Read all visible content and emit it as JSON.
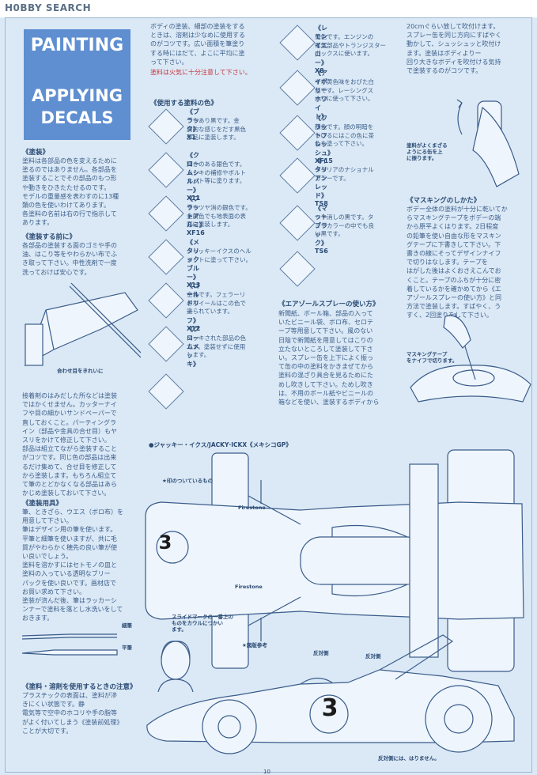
{
  "site": {
    "logo": "H0BBY SEARCH"
  },
  "title": {
    "line1": "PAINTING",
    "line2": "APPLYING",
    "line3": "DECALS"
  },
  "col2_intro": {
    "text": "ボディの塗装、細部の塗装をする\nときは、溶剤は少なめに使用する\nのがコツです。広い面積を筆塗り\nする時にはだて、よこに平均に塗\nって下さい。",
    "red": "塗料は火気に十分注意して下さい。"
  },
  "left": {
    "painting_head": "《塗装》",
    "painting_text": "塗料は各部品の色を変えるために\n塗るのではありません。各部品を\n塗装することでその部品のもつ形\nや動きをひきたたせるのです。\nモデルの重量感を表わすのに13種\n類の色を使いわけてあります。\n各塗料の名前は右の行で指示して\nあります。",
    "before_head": "《塗装する前に》",
    "before_text": "各部品の塗装する面のゴミや手の\n油、はこり等をやわらかい布でふ\nき取って下さい。中性洗剤で一度\n洗っておけば安心です。",
    "fig1_caption": "合わせ目をきれいに",
    "seam_text": "接着剤のはみだした所などは塗装\nではかくせません。カッターナイ\nフや目の細かいサンドペーパーで\n直しておくこと。パーティングラ\nイン（部品や金具の合せ目）もヤ\nスリをかけて修正して下さい。\n部品は組立てながら塗装すること\nがコツです。同じ色の部品は出来\nるだけ集めて、合せ目を修正して\nから塗装します。もちろん組立て\nて筆のとどかなくなる部品はあら\nかじめ塗装しておいて下さい。",
    "tools_head": "《塗装用具》",
    "tools_text": "筆、ときざら、ウエス（ボロ布）を\n用意して下さい。\n筆はデザイン用の筆を使います。\n平筆と細筆を使いますが、共に毛\n質がやわらかく穂先の良い筆が使\nい良いでしょう。\n塗料を溶かすにはセトモノの皿と\n塗料の入っている透明なブリー\nパックを使い良いです。画材店で\nお買い求めて下さい。\n塗装が済んだ後、筆はラッカーシ\nンナーで塗料を落とし水洗いをして\nおきます。",
    "brush_fine": "細筆",
    "brush_flat": "平筆",
    "caution_head": "《塗料・溶剤を使用するときの注意》",
    "caution_text": "プラスチックの表面は、塗料が滲\nきにくい状態です。静\n電気等で空中のホコリや手の脂等\nがよく付いてしまう《塗装前処理》\nことが大切です。"
  },
  "colors_head": "《使用する塗料の色》",
  "paints_left": [
    {
      "name": "《ブラック》X1",
      "desc": "つやあり黒です。金\n属的な感じをだす黒色\n部品に塗装します。"
    },
    {
      "name": "《クロームシルバー》X11",
      "desc": "輝きのある銀色です。\nメッキの補修やボルト\nナット等に塗ります。"
    },
    {
      "name": "《フラットアルミ》XF16",
      "desc": "ややツヤ消の銀色です。\n金属色でも地表面の表\n面に塗装します。"
    },
    {
      "name": "《メタリックブルー》X13",
      "desc": "ジャッキーイクスのヘル\nメットに塗って下さい。"
    },
    {
      "name": "《ゴールドリーフ》X12",
      "desc": "金色です。フェラーリ\nのホイールはこの色で\n塗られています。"
    },
    {
      "name": "《クロームメッキ》",
      "desc": "メッキされた部品の色\nです。塗装せずに使用\nします。"
    }
  ],
  "paints_right": [
    {
      "name": "《レモンイエロー》X8",
      "desc": "黄色です。エンジンの\n電気部品やトランジスター\nボックスに使います。"
    },
    {
      "name": "《アイボリーホワイト》",
      "desc": "やや黄色味をおびた白\n色です。レーシングス\nーツに使って下さい。"
    },
    {
      "name": "《フラットフレッシュ》XF15",
      "desc": "顔色です。顔の明暗を\nつけるにはこの色に茶\n色を塗って下さい。"
    },
    {
      "name": "《イタリアンレッド》TS8",
      "desc": "イタリアのナショナル\nカラーです。"
    },
    {
      "name": "《マットブラック》TS6",
      "desc": "つや消しの黒です。タ\nミヤカラーの中でも良\nい黒です。"
    }
  ],
  "aerosol": {
    "head": "《エアゾールスプレーの使い方》",
    "text": "新聞紙、ボール箱、部品の入って\nいたビニール袋、ボロ布、セロテ\nープ等用意して下さい。風のない\n日陰で新聞紙を用意してはこりの\n立たないところして塗装して下さ\nい。スプレー缶を上下によく振っ\nて缶の中の塗料をかきまぜてから\n塗料の混ざり具合を見るためにた\nめし吹きして下さい。ためし吹き\nは、不用のボール紙やビニールの\n箱などを使い、塗装するボディから"
  },
  "col4": {
    "top_text": "20cmぐらい放して吹付けます。\nスプレー缶を同じ方向にすばやく\n動かして、シュッシュッと吹付け\nます。塗装はボディよりー\n回り大きなボディを吹付ける気持\nで塗装するのがコツです。",
    "spray_caption": "塗料がよくまざる\nようにる缶を上\nに振ります。",
    "masking_head": "《マスキングのしかた》",
    "masking_text": "ボデー全体の塗料が十分に乾いてか\nらマスキングテープをボデーの端\nから原平よくはります。2日程度\nの鉛筆を使い自由な形をマスキン\nグテープに下書きして下さい。下\n書きの線にそってデザインナイフ\nで切りはなします。テープを\nはがした後はよくおさえこんでお\nくこと。テープのふちが十分に密\n着しているかを確かめてから《エ\nアゾールスプレーの使い方》と同\n方法で塗装します。すばやく、う\nすく、2回塗りをして下さい。",
    "masking_caption": "マスキングテープ\nをナイフで切ります。"
  },
  "car": {
    "title": "●ジャッキー・イクス/JACKY·ICKX《メキシコGP》",
    "race_number": "3",
    "note_top": "★印のついているもの",
    "note_slide": "スライドマークの一番上の\nものをカウルにつかい\nます。",
    "note_ref": "★図版参考",
    "label_front": "反対側",
    "label_rear": "反対側",
    "bottom_note": "反対側には、はりません。",
    "brand": "Firestone",
    "page_number": "10"
  }
}
